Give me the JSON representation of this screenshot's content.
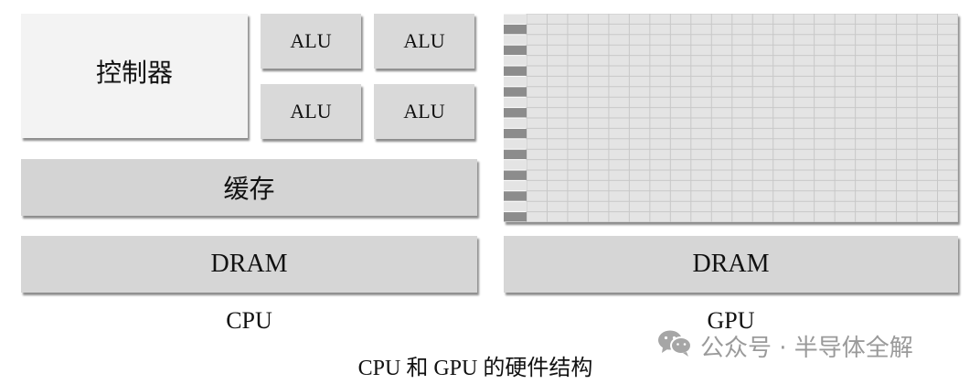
{
  "cpu": {
    "controller": "控制器",
    "alus": [
      "ALU",
      "ALU",
      "ALU",
      "ALU"
    ],
    "cache": "缓存",
    "dram": "DRAM",
    "label": "CPU"
  },
  "gpu": {
    "dram": "DRAM",
    "label": "GPU"
  },
  "caption": "CPU 和 GPU 的硬件结构",
  "watermark": "公众号 · 半导体全解",
  "colors": {
    "controller_fill": "#f3f3f3",
    "alu_fill": "#d9d9d9",
    "cache_fill": "#d4d4d4",
    "dram_fill": "#d6d6d6",
    "grid_fill": "#e4e4e4",
    "grid_line": "#c8c8c8",
    "control_bar": "#8c8c8c",
    "watermark_text": "#9a9a9a"
  },
  "icons": {
    "watermark": "wechat-icon"
  }
}
